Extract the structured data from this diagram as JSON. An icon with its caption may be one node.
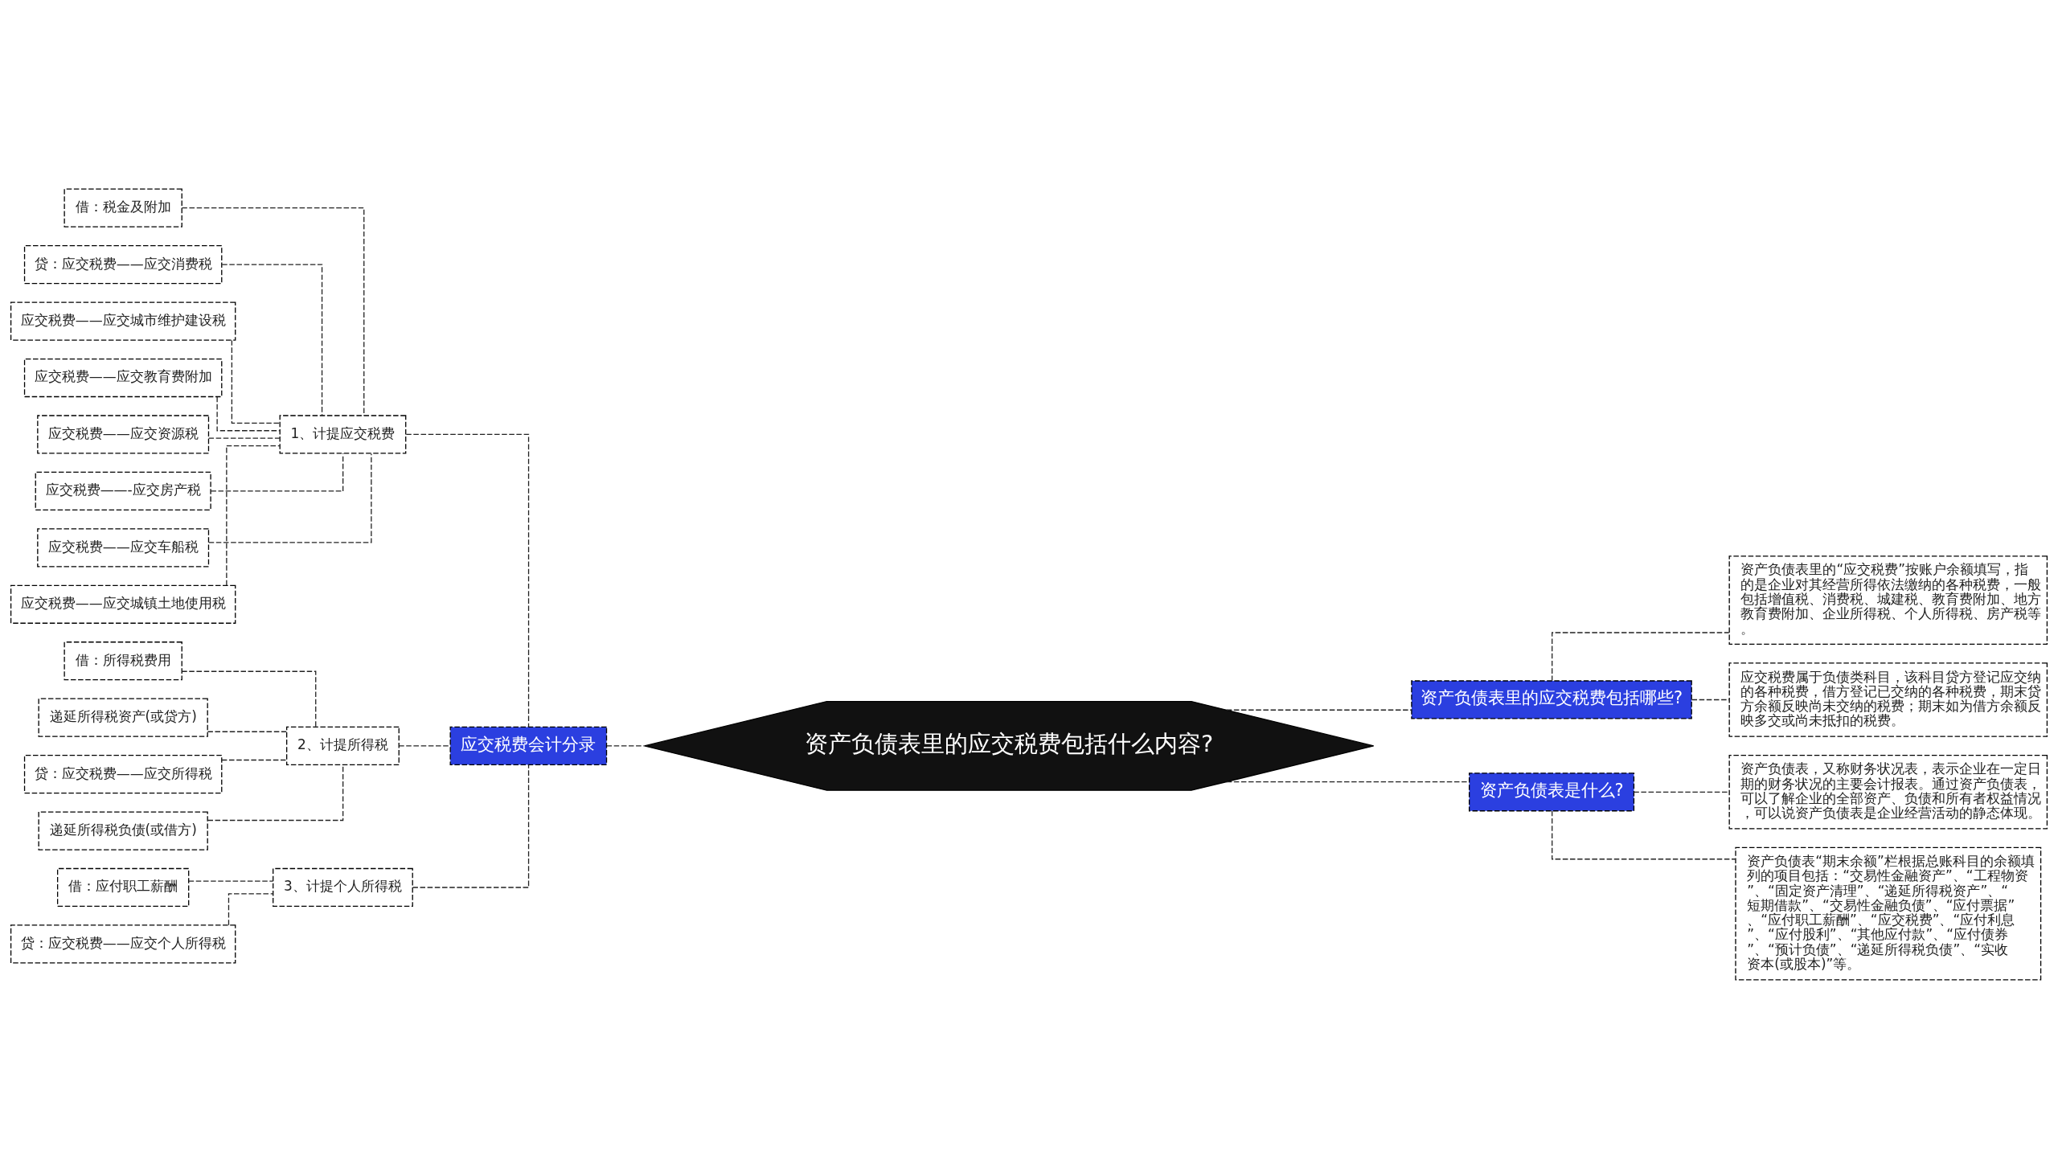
{
  "diagram": {
    "nodes": [
      {
        "text": [
          "资产负债表里的应交税费包括什么内容?"
        ]
      },
      {
        "text": [
          "应交税费会计分录"
        ]
      },
      {
        "text": [
          "1、计提应交税费"
        ]
      },
      {
        "text": [
          "借：税金及附加"
        ]
      },
      {
        "text": [
          "贷：应交税费——应交消费税"
        ]
      },
      {
        "text": [
          "应交税费——应交城市维护建设税"
        ]
      },
      {
        "text": [
          "应交税费——应交教育费附加"
        ]
      },
      {
        "text": [
          "应交税费——应交资源税"
        ]
      },
      {
        "text": [
          "应交税费——-应交房产税"
        ]
      },
      {
        "text": [
          "应交税费——应交车船税"
        ]
      },
      {
        "text": [
          "应交税费——应交城镇土地使用税"
        ]
      },
      {
        "text": [
          "2、计提所得税"
        ]
      },
      {
        "text": [
          "借：所得税费用"
        ]
      },
      {
        "text": [
          "递延所得税资产(或贷方)"
        ]
      },
      {
        "text": [
          "贷：应交税费——应交所得税"
        ]
      },
      {
        "text": [
          "递延所得税负债(或借方)"
        ]
      },
      {
        "text": [
          "3、计提个人所得税"
        ]
      },
      {
        "text": [
          "借：应付职工薪酬"
        ]
      },
      {
        "text": [
          "贷：应交税费——应交个人所得税"
        ]
      },
      {
        "text": [
          "资产负债表里的应交税费包括哪些?"
        ]
      },
      {
        "text": [
          "资产负债表里的“应交税费”按账户余额填写，指的是企业对其经营所得依法缴纳的各种税费，一般包括增值税、消费税、城建税、教育费附加、地方教育费附加、企业所得税、个人所得税、房产税等。"
        ]
      },
      {
        "text": [
          "应交税费属于负债类科目，该科目贷方登记应交纳的各种税费，借方登记已交纳的各种税费，期末贷方余额反映尚未交纳的税费；期末如为借方余额反映多交或尚未抵扣的税费。"
        ]
      },
      {
        "text": [
          "资产负债表是什么?"
        ]
      },
      {
        "text": [
          "资产负债表，又称财务状况表，表示企业在一定日期的财务状况的主要会计报表。通过资产负债表，可以了解企业的全部资产、负债和所有者权益情况，可以说资产负债表是企业经营活动的静态体现。"
        ]
      },
      {
        "text": [
          "资产负债表“期末余额”栏根据总账科目的余额填列的项目包括：“交易性金融资产”、“工程物资”、“固定资产清理”、“递延所得税资产”、“短期借款”、“交易性金融负债”、“应付票据”、“应付职工薪酬”、“应交税费”、“应付利息”、“应付股利”、“其他应付款”、“应付债券”、“预计负债”、“递延所得税负债”、“实收资本(或股本)”等。"
        ]
      }
    ],
    "edges": [
      {
        "from": 0,
        "to": 1,
        "arrow": "none",
        "style": "dashed"
      },
      {
        "from": 1,
        "to": 2,
        "arrow": "none",
        "style": "dashed"
      },
      {
        "from": 2,
        "to": 3,
        "arrow": "none",
        "style": "dashed"
      },
      {
        "from": 2,
        "to": 4,
        "arrow": "none",
        "style": "dashed"
      },
      {
        "from": 2,
        "to": 5,
        "arrow": "none",
        "style": "dashed"
      },
      {
        "from": 2,
        "to": 6,
        "arrow": "none",
        "style": "dashed"
      },
      {
        "from": 2,
        "to": 7,
        "arrow": "none",
        "style": "dashed"
      },
      {
        "from": 2,
        "to": 8,
        "arrow": "none",
        "style": "dashed"
      },
      {
        "from": 2,
        "to": 9,
        "arrow": "none",
        "style": "dashed"
      },
      {
        "from": 2,
        "to": 10,
        "arrow": "none",
        "style": "dashed"
      },
      {
        "from": 1,
        "to": 11,
        "arrow": "none",
        "style": "dashed"
      },
      {
        "from": 11,
        "to": 12,
        "arrow": "none",
        "style": "dashed"
      },
      {
        "from": 11,
        "to": 13,
        "arrow": "none",
        "style": "dashed"
      },
      {
        "from": 11,
        "to": 14,
        "arrow": "none",
        "style": "dashed"
      },
      {
        "from": 11,
        "to": 15,
        "arrow": "none",
        "style": "dashed"
      },
      {
        "from": 1,
        "to": 16,
        "arrow": "none",
        "style": "dashed"
      },
      {
        "from": 16,
        "to": 17,
        "arrow": "none",
        "style": "dashed"
      },
      {
        "from": 16,
        "to": 18,
        "arrow": "none",
        "style": "dashed"
      },
      {
        "from": 0,
        "to": 19,
        "arrow": "none",
        "style": "dashed"
      },
      {
        "from": 19,
        "to": 20,
        "arrow": "none",
        "style": "dashed"
      },
      {
        "from": 19,
        "to": 21,
        "arrow": "none",
        "style": "dashed"
      },
      {
        "from": 0,
        "to": 22,
        "arrow": "none",
        "style": "dashed"
      },
      {
        "from": 22,
        "to": 23,
        "arrow": "none",
        "style": "dashed"
      },
      {
        "from": 22,
        "to": 24,
        "arrow": "none",
        "style": "dashed"
      }
    ]
  }
}
